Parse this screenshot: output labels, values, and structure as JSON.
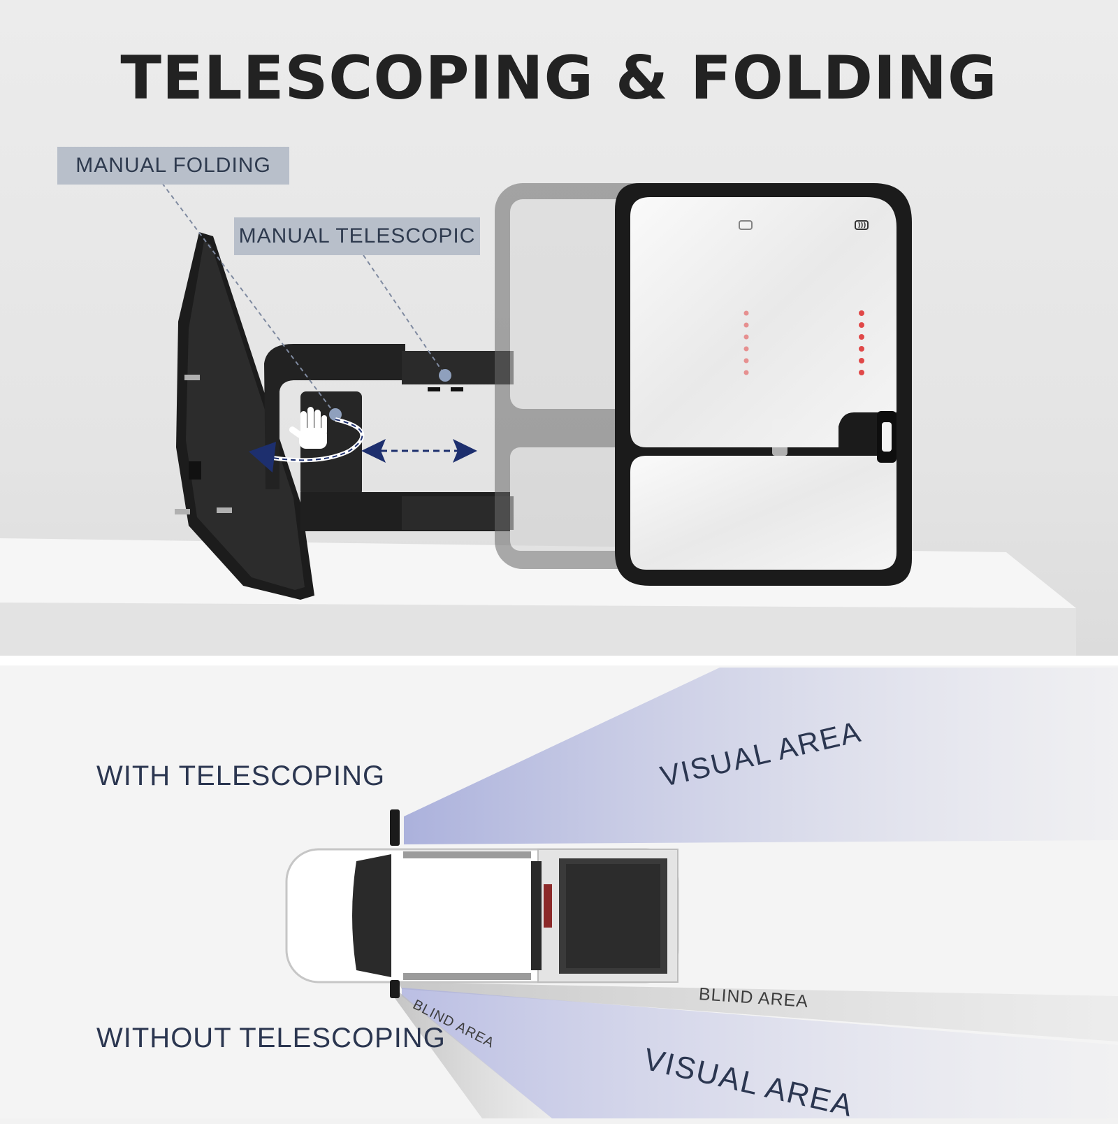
{
  "title": "TELESCOPING & FOLDING",
  "callouts": {
    "folding": "MANUAL FOLDING",
    "telescopic": "MANUAL TELESCOPIC"
  },
  "comparison": {
    "with_label": "WITH TELESCOPING",
    "without_label": "WITHOUT TELESCOPING",
    "visual_area_top": "VISUAL AREA",
    "visual_area_bottom": "VISUAL AREA",
    "blind_area_right": "BLIND AREA",
    "blind_area_left": "BLIND AREA"
  },
  "icons": [
    "hand-icon",
    "fold-arrow-icon",
    "telescope-arrow-icon",
    "defrost-icon"
  ],
  "colors": {
    "title": "#222222",
    "callout_bg": "#b8bfca",
    "label_text": "#2b3650",
    "arrow": "#1d2f6e",
    "signal_led": "#e04848"
  }
}
